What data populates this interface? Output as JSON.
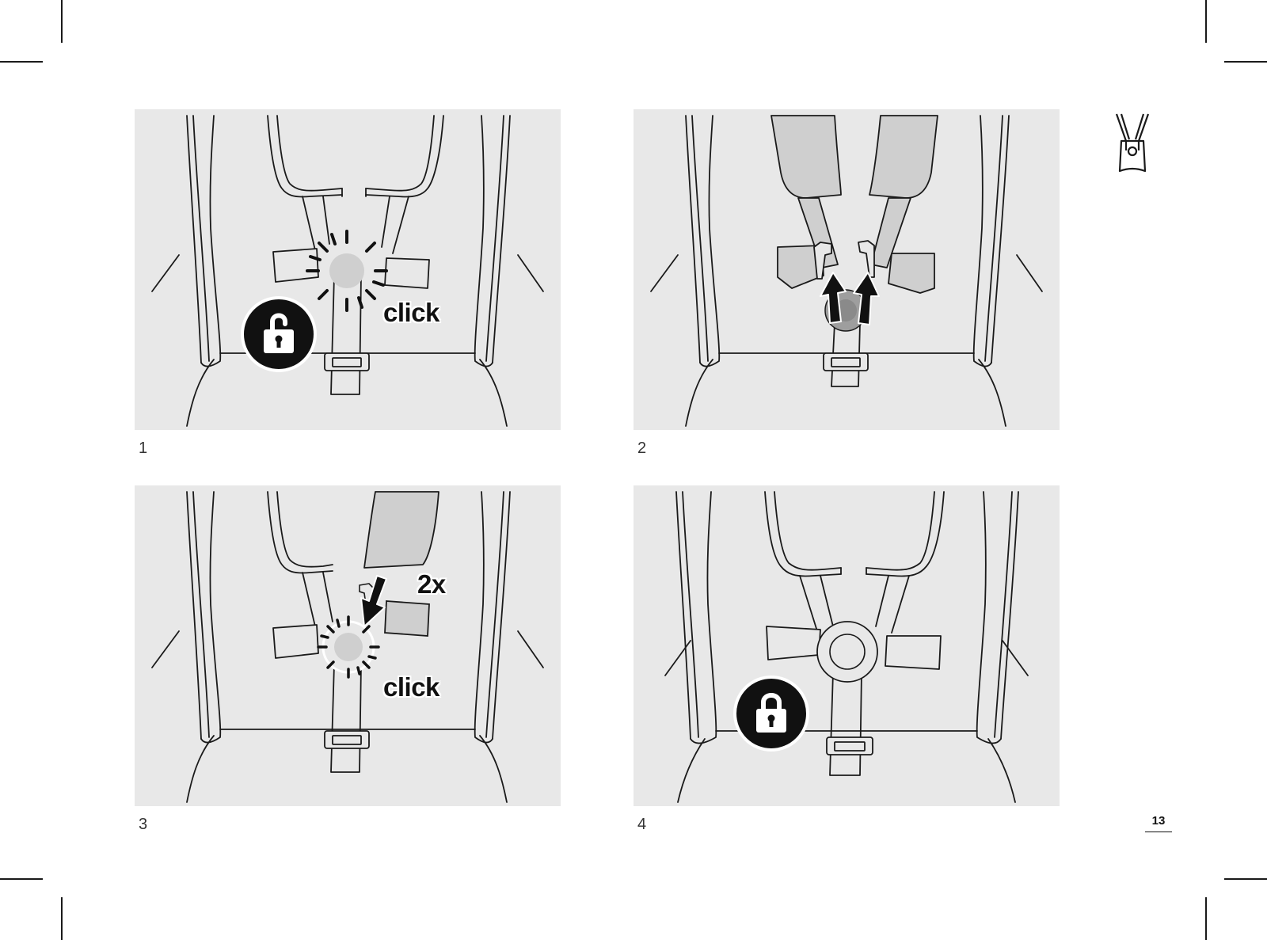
{
  "steps": [
    {
      "number": "1",
      "label": "click",
      "lock_state": "unlocked",
      "icon": "unlock-icon"
    },
    {
      "number": "2",
      "label": "",
      "lock_state": "",
      "icon": "arrow-up-icon"
    },
    {
      "number": "3",
      "label": "click",
      "count": "2x",
      "icon": "arrow-down-icon"
    },
    {
      "number": "4",
      "label": "",
      "lock_state": "locked",
      "icon": "lock-icon"
    }
  ],
  "page": {
    "number": "13"
  },
  "header_icon": "harness-icon",
  "colors": {
    "panel_bg": "#e8e8e8",
    "strap_gray": "#cfcfcf",
    "badge": "#111111",
    "ink": "#1a1a1a"
  }
}
